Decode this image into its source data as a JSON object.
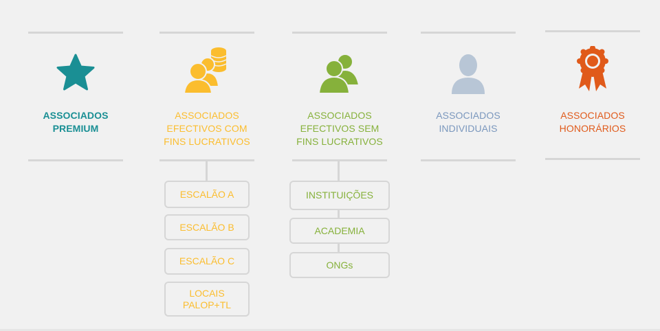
{
  "categories": [
    {
      "label_lines": [
        "ASSOCIADOS",
        "PREMIUM"
      ],
      "color": "#1a8f94",
      "icon": "star-icon"
    },
    {
      "label_lines": [
        "ASSOCIADOS",
        "EFECTIVOS COM",
        "FINS LUCRATIVOS"
      ],
      "color": "#fbbd2e",
      "icon": "users-coins-icon",
      "sub_items": [
        "ESCALÃO A",
        "ESCALÃO B",
        "ESCALÃO C",
        "LOCAIS PALOP+TL"
      ]
    },
    {
      "label_lines": [
        "ASSOCIADOS",
        "EFECTIVOS SEM",
        "FINS LUCRATIVOS"
      ],
      "color": "#86b13b",
      "icon": "users-icon",
      "sub_items": [
        "INSTITUIÇÕES",
        "ACADEMIA",
        "ONGs"
      ]
    },
    {
      "label_lines": [
        "ASSOCIADOS",
        "INDIVIDUAIS"
      ],
      "color": "#7a97bd",
      "icon": "user-icon"
    },
    {
      "label_lines": [
        "ASSOCIADOS",
        "HONORÁRIOS"
      ],
      "color": "#e05a1a",
      "icon": "award-ribbon-icon"
    }
  ],
  "extra_lines": {
    "locais_l1": "LOCAIS",
    "locais_l2": "PALOP+TL"
  }
}
